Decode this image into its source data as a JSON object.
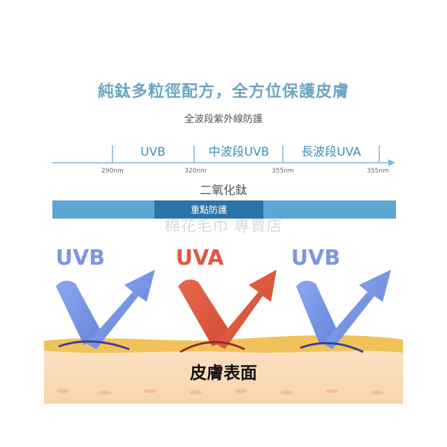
{
  "title": "純鈦多粒徑配方，全方位保護皮膚",
  "subtitle": "全波段紫外線防護",
  "spectrum": {
    "bands": [
      {
        "label": "UVB"
      },
      {
        "label": "中波段UVB"
      },
      {
        "label": "長波段UVA"
      }
    ],
    "ticks": [
      "290nm",
      "320nm",
      "355nm",
      "355nm"
    ]
  },
  "tio2_label": "二氧化鈦",
  "focus_label": "重點防護",
  "watermark": "棉花毛巾 專賣店",
  "rays": [
    {
      "label": "UVB",
      "color": "#7b96e6"
    },
    {
      "label": "UVA",
      "color": "#e0573f"
    },
    {
      "label": "UVB",
      "color": "#7b96e6"
    }
  ],
  "skin_label": "皮膚表面",
  "colors": {
    "title": "#6aa6c4",
    "bar": "#5da5d2",
    "bar_focus": "#2a74a8",
    "skin": "#fbd9b4",
    "skin_top": "#f2c25a"
  }
}
